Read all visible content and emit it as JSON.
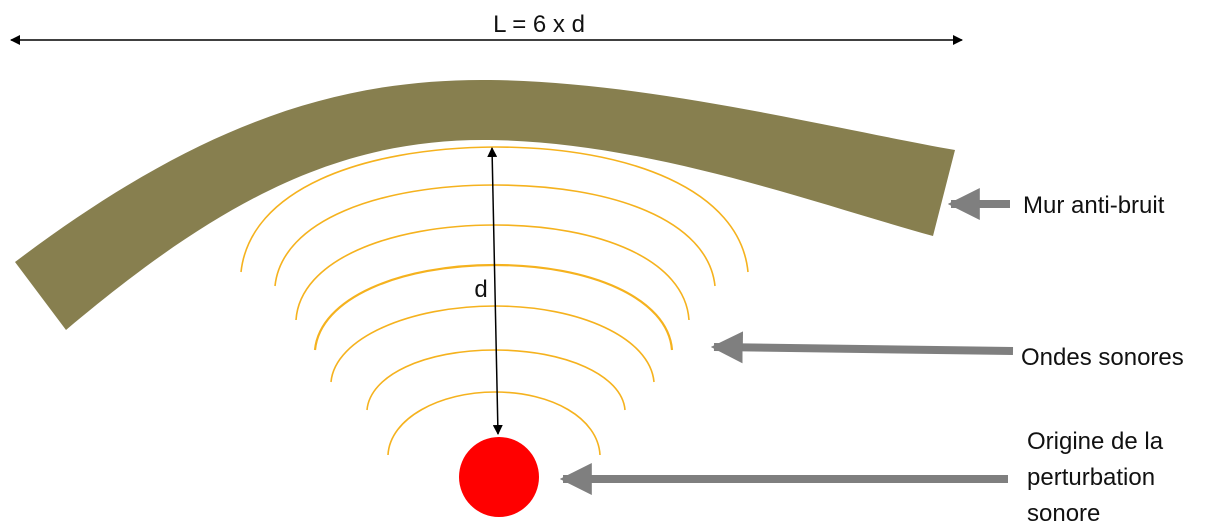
{
  "labels": {
    "length": "L = 6 x d",
    "distance": "d",
    "wall": "Mur anti-bruit",
    "waves": "Ondes sonores",
    "origin_line1": "Origine de la",
    "origin_line2": "perturbation",
    "origin_line3": "sonore"
  },
  "colors": {
    "wall": "#877F4F",
    "waves": "#F5B21E",
    "source": "#FF0000",
    "pointer_arrows": "#7F7F7F",
    "dimension_arrows": "#000000"
  },
  "relations": {
    "length_to_distance_ratio": 6,
    "wave_count": 7
  }
}
